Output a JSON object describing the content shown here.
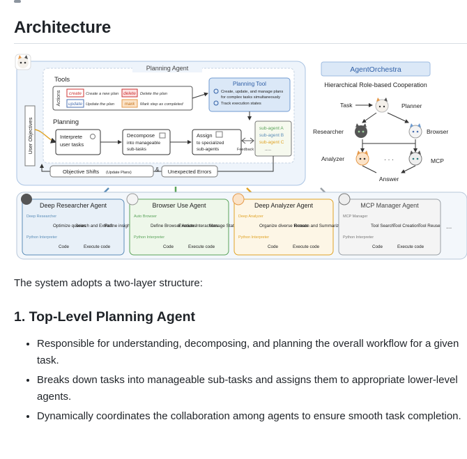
{
  "heading": "Architecture",
  "intro": "The system adopts a two-layer structure:",
  "section1": {
    "title": "1. Top-Level Planning Agent",
    "bullets": [
      "Responsible for understanding, decomposing, and planning the overall workflow for a given task.",
      "Breaks down tasks into manageable sub-tasks and assigns them to appropriate lower-level agents.",
      "Dynamically coordinates the collaboration among agents to ensure smooth task completion."
    ]
  },
  "figure": {
    "planning_agent": {
      "title": "Planning Agent",
      "tools_label": "Tools",
      "actions_label": "Actions",
      "actions": [
        {
          "tag": "create",
          "desc": "Create a new plan"
        },
        {
          "tag": "delete",
          "desc": "Delete the plan"
        },
        {
          "tag": "update",
          "desc": "Update the plan"
        },
        {
          "tag": "mark",
          "desc": "Mark step as completed"
        }
      ],
      "planning_tool": {
        "title": "Planning Tool",
        "line1": "Create, update, and manage plans",
        "line2": "for complex tasks simultaneously",
        "line3": "Track execution states"
      },
      "planning_label": "Planning",
      "user_objectives": "User Objectives",
      "steps": [
        {
          "l1": "Interprete",
          "l2": "user tasks"
        },
        {
          "l1": "Decompose",
          "l2": "into manageable",
          "l3": "sub-tasks"
        },
        {
          "l1": "Assign",
          "l2": "to specialized",
          "l3": "sub-agents"
        }
      ],
      "feedback": "Feedback",
      "subagents": [
        "sub-agent A",
        "sub-agent B",
        "sub-agent C",
        "....."
      ],
      "objective_shifts": "Objective Shifts",
      "update_plans": "(Update Plans)",
      "amp": "&",
      "unexpected_errors": "Unexpected Errors"
    },
    "orchestra": {
      "title": "AgentOrchestra",
      "subtitle": "Hierarchical Role-based Cooperation",
      "task": "Task",
      "planner": "Planner",
      "researcher": "Researcher",
      "browser": "Browser",
      "analyzer": "Analyzer",
      "mcp": "MCP",
      "dots": "· · ·",
      "answer": "Answer"
    },
    "agents": [
      {
        "title": "Deep Researcher Agent",
        "kind1": "Deep Researcher",
        "tools": [
          "Optimize queries",
          "Search and Extract",
          "Refine insight"
        ],
        "kind2": "Python Interpreter",
        "code": "Code",
        "exec": "Execute code",
        "color": "#5b8db8"
      },
      {
        "title": "Browser Use Agent",
        "kind1": "Auto Browser",
        "tools": [
          "Define Browser Actions",
          "Execute Interactions",
          "Manage State"
        ],
        "kind2": "Python Interpreter",
        "code": "Code",
        "exec": "Execute code",
        "color": "#5aa35a"
      },
      {
        "title": "Deep Analyzer Agent",
        "kind1": "Deep Analyzer",
        "tools": [
          "Organize diverse formats",
          "Reason and Summarize"
        ],
        "kind2": "Python Interpreter",
        "code": "Code",
        "exec": "Execute code",
        "color": "#e0a326"
      },
      {
        "title": "MCP Manager Agent",
        "kind1": "MCP Manager",
        "tools": [
          "Tool Search",
          "Tool Creation",
          "Tool Reuse"
        ],
        "kind2": "Python Interpreter",
        "code": "Code",
        "exec": "Execute code",
        "color": "#9aa0a6"
      }
    ],
    "more": "..."
  }
}
